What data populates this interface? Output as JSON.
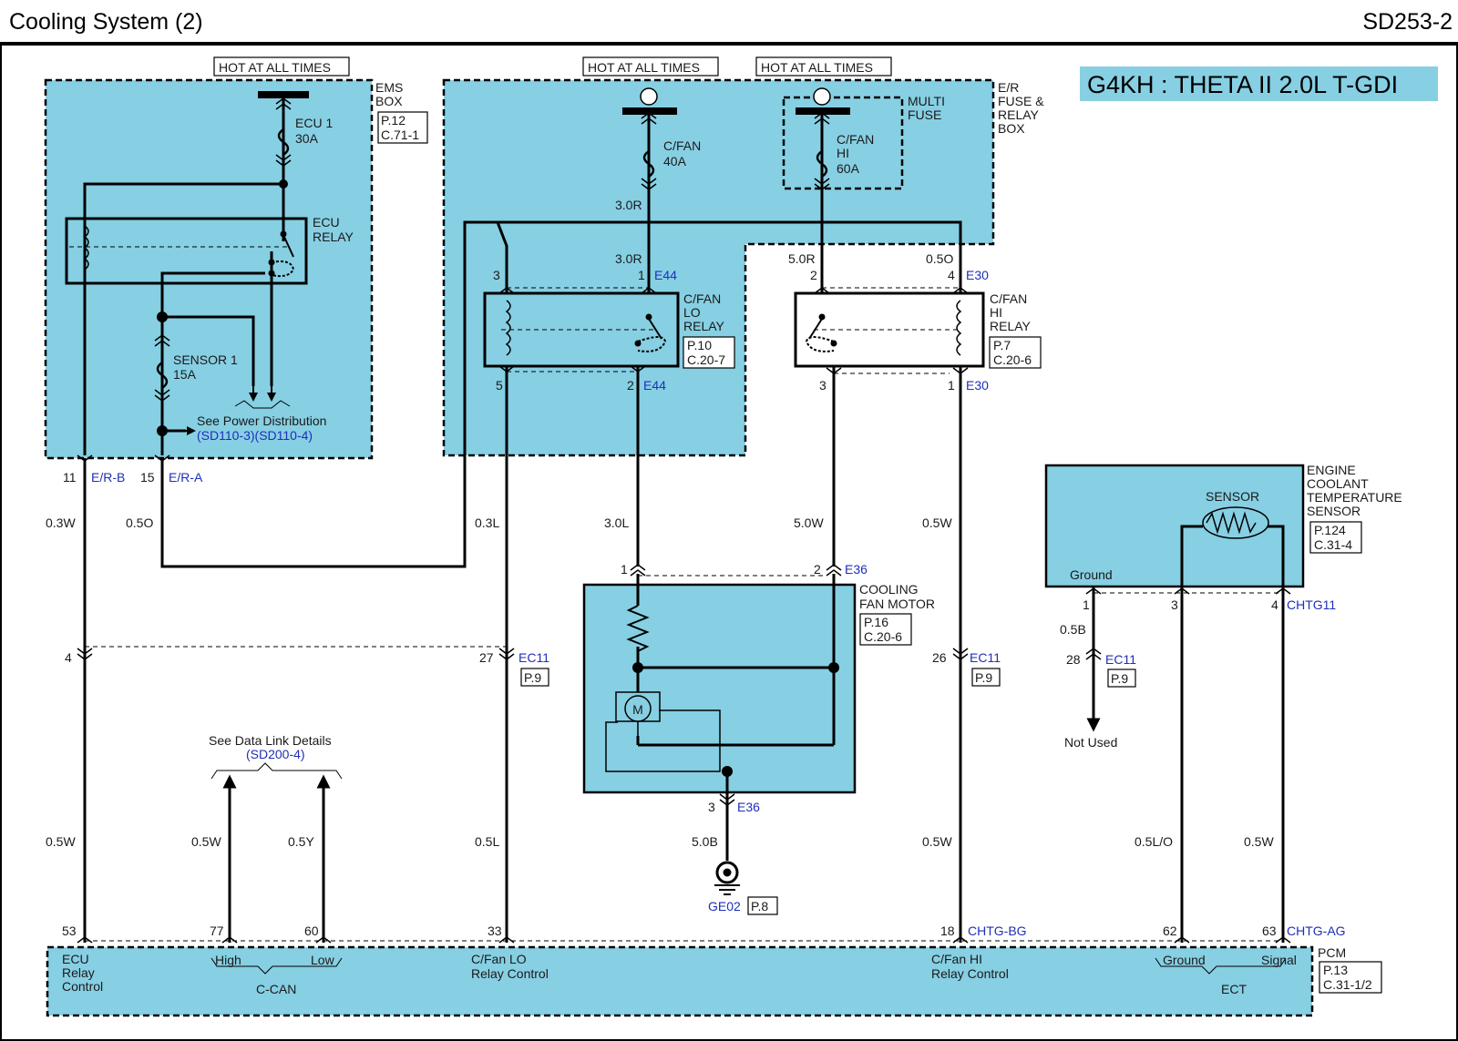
{
  "header": {
    "title": "Cooling System (2)",
    "code": "SD253-2"
  },
  "engine_badge": "G4KH : THETA II 2.0L T-GDI",
  "colors": {
    "box_fill": "#87cfe3",
    "line": "#000000",
    "connector_text": "#1f2fb8"
  },
  "hot_labels": [
    "HOT AT ALL TIMES",
    "HOT AT ALL TIMES",
    "HOT AT ALL TIMES"
  ],
  "ems_box": {
    "label": [
      "EMS",
      "BOX"
    ],
    "page_ref": [
      "P.12",
      "C.71-1"
    ],
    "fuse_ecu1": [
      "ECU 1",
      "30A"
    ],
    "relay": [
      "ECU",
      "RELAY"
    ],
    "fuse_sensor1": [
      "SENSOR 1",
      "15A"
    ],
    "see_power": "See Power Distribution",
    "see_power_ref": "(SD110-3)(SD110-4)"
  },
  "er_box": {
    "label": [
      "E/R",
      "FUSE &",
      "RELAY",
      "BOX"
    ],
    "multi_fuse": [
      "MULTI",
      "FUSE"
    ],
    "fuse_cfan": [
      "C/FAN",
      "40A"
    ],
    "fuse_cfan_hi": [
      "C/FAN",
      "HI",
      "60A"
    ],
    "lo_relay": [
      "C/FAN",
      "LO",
      "RELAY"
    ],
    "lo_relay_ref": [
      "P.10",
      "C.20-7"
    ],
    "hi_relay": [
      "C/FAN",
      "HI",
      "RELAY"
    ],
    "hi_relay_ref": [
      "P.7",
      "C.20-6"
    ]
  },
  "wires": {
    "w30R_a": "3.0R",
    "w30R_b": "3.0R",
    "w50R": "5.0R",
    "w05O_top": "0.5O",
    "w03W": "0.3W",
    "w05O": "0.5O",
    "w03L": "0.3L",
    "w30L": "3.0L",
    "w50W": "5.0W",
    "w05W_hi": "0.5W",
    "w05W_ecu": "0.5W",
    "w05W_can": "0.5W",
    "w05Y": "0.5Y",
    "w05L": "0.5L",
    "w50B": "5.0B",
    "w05W_pcm": "0.5W",
    "w05B": "0.5B",
    "w05LO": "0.5L/O",
    "w05W_sig": "0.5W"
  },
  "pins": {
    "lo3": "3",
    "lo1": "1",
    "e44_top": "E44",
    "lo5": "5",
    "lo2": "2",
    "e44_bot": "E44",
    "hi2": "2",
    "hi4": "4",
    "e30_top": "E30",
    "hi3": "3",
    "hi1": "1",
    "e30_bot": "E30",
    "p11": "11",
    "erb": "E/R-B",
    "p15": "15",
    "era": "E/R-A",
    "m1": "1",
    "m2": "2",
    "e36_top": "E36",
    "m3": "3",
    "e36_bot": "E36",
    "c4": "4",
    "c27": "27",
    "ec11_a": "EC11",
    "p9_a": "P.9",
    "c26": "26",
    "ec11_b": "EC11",
    "p9_b": "P.9",
    "s1": "1",
    "s3": "3",
    "s4": "4",
    "chtg11": "CHTG11",
    "c28": "28",
    "ec11_c": "EC11",
    "p9_c": "P.9",
    "p53": "53",
    "p77": "77",
    "p60": "60",
    "p33": "33",
    "p18": "18",
    "chtgbg": "CHTG-BG",
    "p62": "62",
    "p63": "63",
    "chtgag": "CHTG-AG"
  },
  "motor": {
    "label": [
      "COOLING",
      "FAN MOTOR"
    ],
    "ref": [
      "P.16",
      "C.20-6"
    ],
    "symbol": "M"
  },
  "ground": {
    "id": "GE02",
    "ref": "P.8"
  },
  "sensor": {
    "label": [
      "ENGINE",
      "COOLANT",
      "TEMPERATURE",
      "SENSOR"
    ],
    "inner": "SENSOR",
    "ground": "Ground",
    "ref": [
      "P.124",
      "C.31-4"
    ],
    "not_used": "Not Used"
  },
  "data_link": {
    "text": "See Data Link Details",
    "ref": "(SD200-4)"
  },
  "pcm": {
    "label": "PCM",
    "ref": [
      "P.13",
      "C.31-1/2"
    ],
    "ecu_relay": [
      "ECU",
      "Relay",
      "Control"
    ],
    "high": "High",
    "low": "Low",
    "ccan": "C-CAN",
    "lo_ctrl": [
      "C/Fan LO",
      "Relay Control"
    ],
    "hi_ctrl": [
      "C/Fan HI",
      "Relay Control"
    ],
    "ground": "Ground",
    "signal": "Signal",
    "ect": "ECT"
  }
}
